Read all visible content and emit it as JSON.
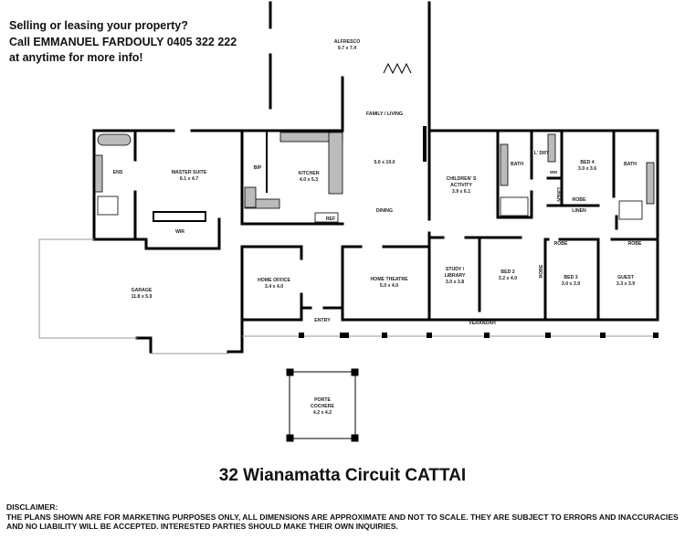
{
  "promo": {
    "line1": "Selling or leasing your property?",
    "line2": "Call EMMANUEL FARDOULY 0405 322 222",
    "line3": "at anytime for more info!"
  },
  "rooms": {
    "alfresco": {
      "name": "ALFRESCO",
      "dim": "9.7 x 7.4"
    },
    "family": {
      "name": "FAMILY / LIVING",
      "dim": "5.0 x 10.0"
    },
    "dining": {
      "name": "DINING"
    },
    "ens": {
      "name": "ENS"
    },
    "master": {
      "name": "MASTER SUITE",
      "dim": "6.1 x 4.7"
    },
    "wir": {
      "name": "WIR"
    },
    "bip": {
      "name": "BIP"
    },
    "kitchen": {
      "name": "KITCHEN",
      "dim": "4.0 x 5.3"
    },
    "ref": {
      "name": "REF"
    },
    "garage": {
      "name": "GARAGE",
      "dim": "11.8 x 5.9"
    },
    "office": {
      "name": "HOME OFFICE",
      "dim": "3.4 x 4.0"
    },
    "entry": {
      "name": "ENTRY"
    },
    "theatre": {
      "name": "HOME THEATRE",
      "dim": "5.0 x 4.0"
    },
    "children": {
      "name1": "CHILDREN' S",
      "name2": "ACTIVITY",
      "dim": "3.9 x 6.1"
    },
    "bath1": {
      "name": "BATH"
    },
    "laundry": {
      "name": "L' DRY"
    },
    "wm": {
      "name": "WM"
    },
    "bed4": {
      "name": "BED 4",
      "dim": "3.0 x 3.6"
    },
    "bath2": {
      "name": "BATH"
    },
    "linen1": {
      "name": "LINEN"
    },
    "robe_bed4": {
      "name": "ROBE"
    },
    "linen2": {
      "name": "LINEN"
    },
    "robe_bed3": {
      "name": "ROBE"
    },
    "robe_guest": {
      "name": "ROBE"
    },
    "study": {
      "name1": "STUDY /",
      "name2": "LIBRARY",
      "dim": "3.0 x 3.8"
    },
    "bed2": {
      "name": "BED 2",
      "dim": "3.2 x 4.0"
    },
    "robe_bed2": {
      "name": "ROBE"
    },
    "bed3": {
      "name": "BED 3",
      "dim": "3.0 x 3.9"
    },
    "guest": {
      "name": "GUEST",
      "dim": "3.3 x 3.9"
    },
    "verandah": {
      "name": "VERANDAH"
    },
    "porte": {
      "name1": "PORTE",
      "name2": "COCHERE",
      "dim": "4.2 x 4.2"
    }
  },
  "title": "32 Wianamatta Circuit CATTAI",
  "disclaimer": {
    "heading": "DISCLAIMER:",
    "text": "THE PLANS SHOWN ARE FOR MARKETING PURPOSES ONLY, ALL DIMENSIONS ARE APPROXIMATE AND NOT TO SCALE. THEY ARE SUBJECT TO ERRORS AND INACCURACIES AND NO LIABILITY WILL BE ACCEPTED. INTERESTED PARTIES SHOULD MAKE THEIR OWN INQUIRIES."
  }
}
